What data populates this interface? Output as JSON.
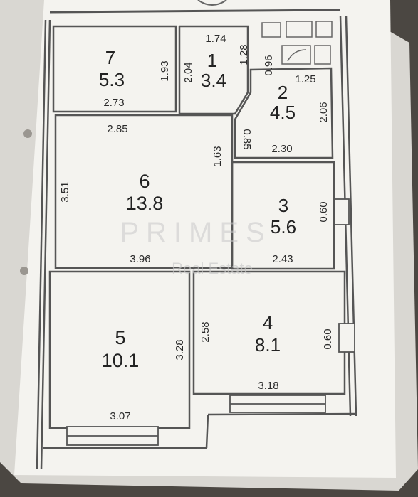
{
  "rooms": [
    {
      "number": "7",
      "area": "5.3"
    },
    {
      "number": "1",
      "area": "3.4"
    },
    {
      "number": "2",
      "area": "4.5"
    },
    {
      "number": "6",
      "area": "13.8"
    },
    {
      "number": "3",
      "area": "5.6"
    },
    {
      "number": "5",
      "area": "10.1"
    },
    {
      "number": "4",
      "area": "8.1"
    }
  ],
  "dimensions": {
    "d174": "1.74",
    "d193": "1.93",
    "d204": "2.04",
    "d128": "1.28",
    "d096": "0.96",
    "d125": "1.25",
    "d206": "2.06",
    "d273": "2.73",
    "d285": "2.85",
    "d085": "0.85",
    "d230": "2.30",
    "d163": "1.63",
    "d351": "3.51",
    "d060a": "0.60",
    "d396": "3.96",
    "d243": "2.43",
    "d258": "2.58",
    "d328": "3.28",
    "d060b": "0.60",
    "d318": "3.18",
    "d307": "3.07"
  },
  "watermark": {
    "logo": "PRIMES",
    "subtitle": "Real Estate"
  },
  "colors": {
    "paper": "#f4f3ef",
    "background": "#4b4742",
    "wall": "#555555"
  }
}
